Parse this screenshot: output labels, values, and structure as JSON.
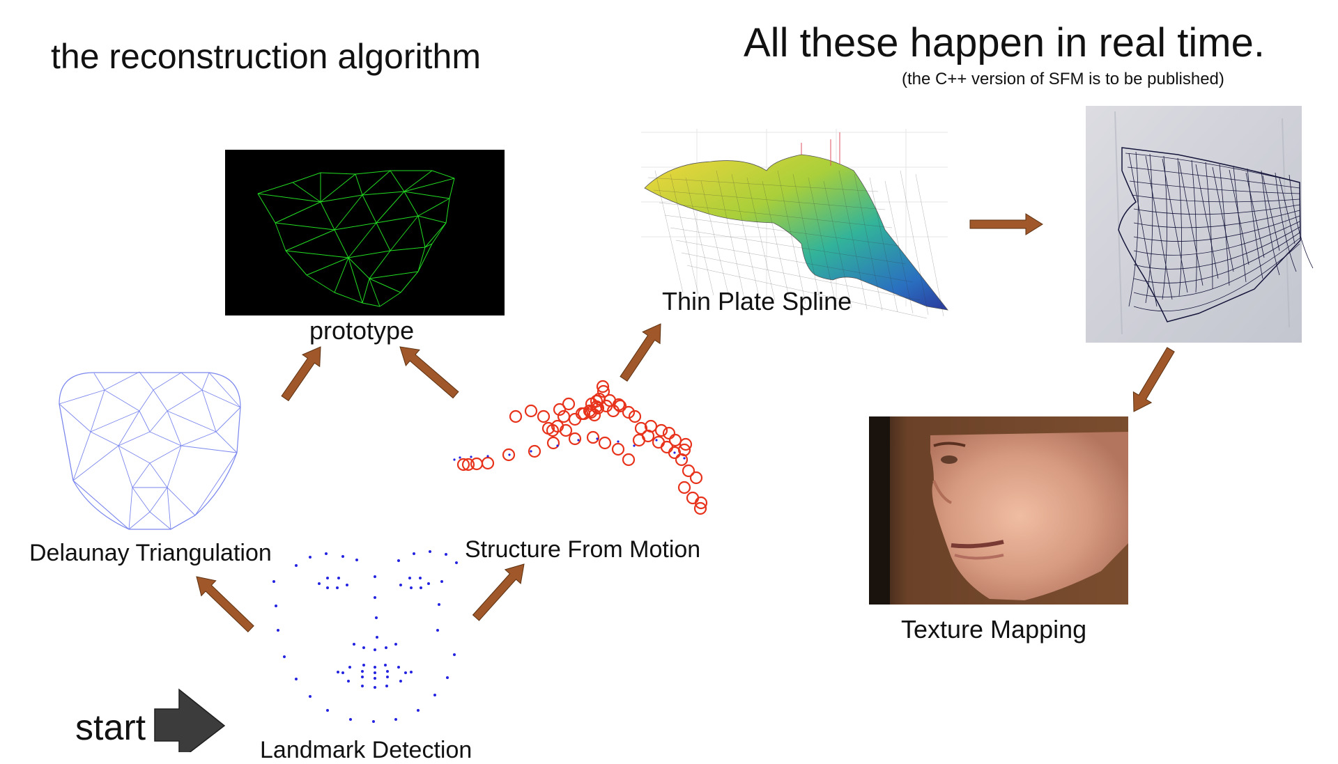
{
  "slide": {
    "title": "the reconstruction algorithm",
    "headline": "All these happen in real time.",
    "note": "(the C++ version of SFM is to be published)"
  },
  "steps": {
    "start": "start",
    "landmark_detection": "Landmark Detection",
    "delaunay_triangulation": "Delaunay Triangulation",
    "structure_from_motion": "Structure From Motion",
    "prototype": "prototype",
    "thin_plate_spline": "Thin Plate Spline",
    "texture_mapping": "Texture Mapping"
  },
  "colors": {
    "flow_arrow": "#a0582a",
    "start_arrow": "#3c3c3c",
    "landmark_dots": "#2323e0",
    "delaunay_lines": "#7a86ee",
    "sfm_circles": "#e8331c",
    "prototype_bg": "#000000",
    "prototype_mesh": "#22dd22",
    "mesh_overlay": "#14143a"
  }
}
